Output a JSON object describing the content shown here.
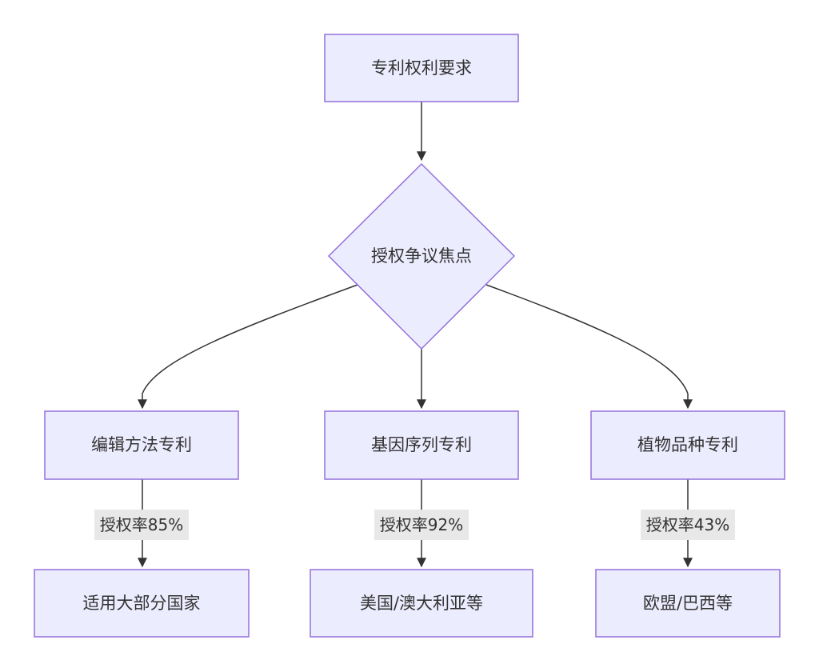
{
  "diagram": {
    "colors": {
      "node_fill": "#ECECFF",
      "node_stroke": "#9370DB",
      "edge": "#333333",
      "label_bg": "#e8e8e8",
      "text": "#333333"
    },
    "root": {
      "label": "专利权利要求"
    },
    "decision": {
      "label": "授权争议焦点"
    },
    "branches": [
      {
        "label": "编辑方法专利",
        "edge_label": "授权率85%",
        "outcome": "适用大部分国家"
      },
      {
        "label": "基因序列专利",
        "edge_label": "授权率92%",
        "outcome": "美国/澳大利亚等"
      },
      {
        "label": "植物品种专利",
        "edge_label": "授权率43%",
        "outcome": "欧盟/巴西等"
      }
    ]
  }
}
